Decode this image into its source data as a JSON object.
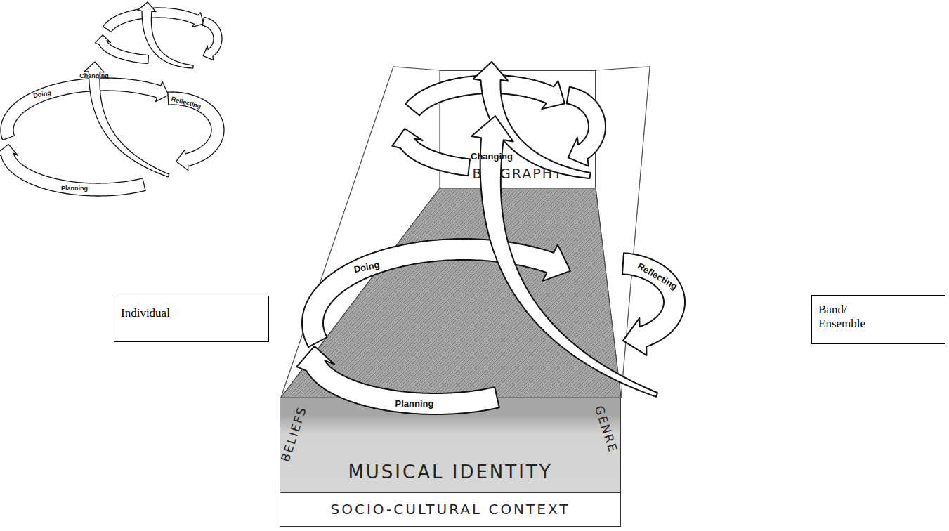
{
  "diagram": {
    "nodes": [
      {
        "text": [
          "Changing"
        ]
      },
      {
        "text": [
          "Doing"
        ]
      },
      {
        "text": [
          "Reflecting"
        ]
      },
      {
        "text": [
          "Planning"
        ]
      },
      {
        "text": [
          "Individual"
        ]
      },
      {
        "text": [
          "Band/ Ensemble"
        ]
      },
      {
        "text": [
          "BIOGRAPHY"
        ]
      },
      {
        "text": [
          "MUSICAL IDENTITY"
        ]
      },
      {
        "text": [
          "SOCIO-CULTURAL CONTEXT"
        ]
      },
      {
        "text": [
          "Changing"
        ]
      },
      {
        "text": [
          "Doing"
        ]
      },
      {
        "text": [
          "Reflecting"
        ]
      },
      {
        "text": [
          "Planning"
        ]
      }
    ],
    "labels": [
      "BELIEFS",
      "GENRE"
    ]
  }
}
